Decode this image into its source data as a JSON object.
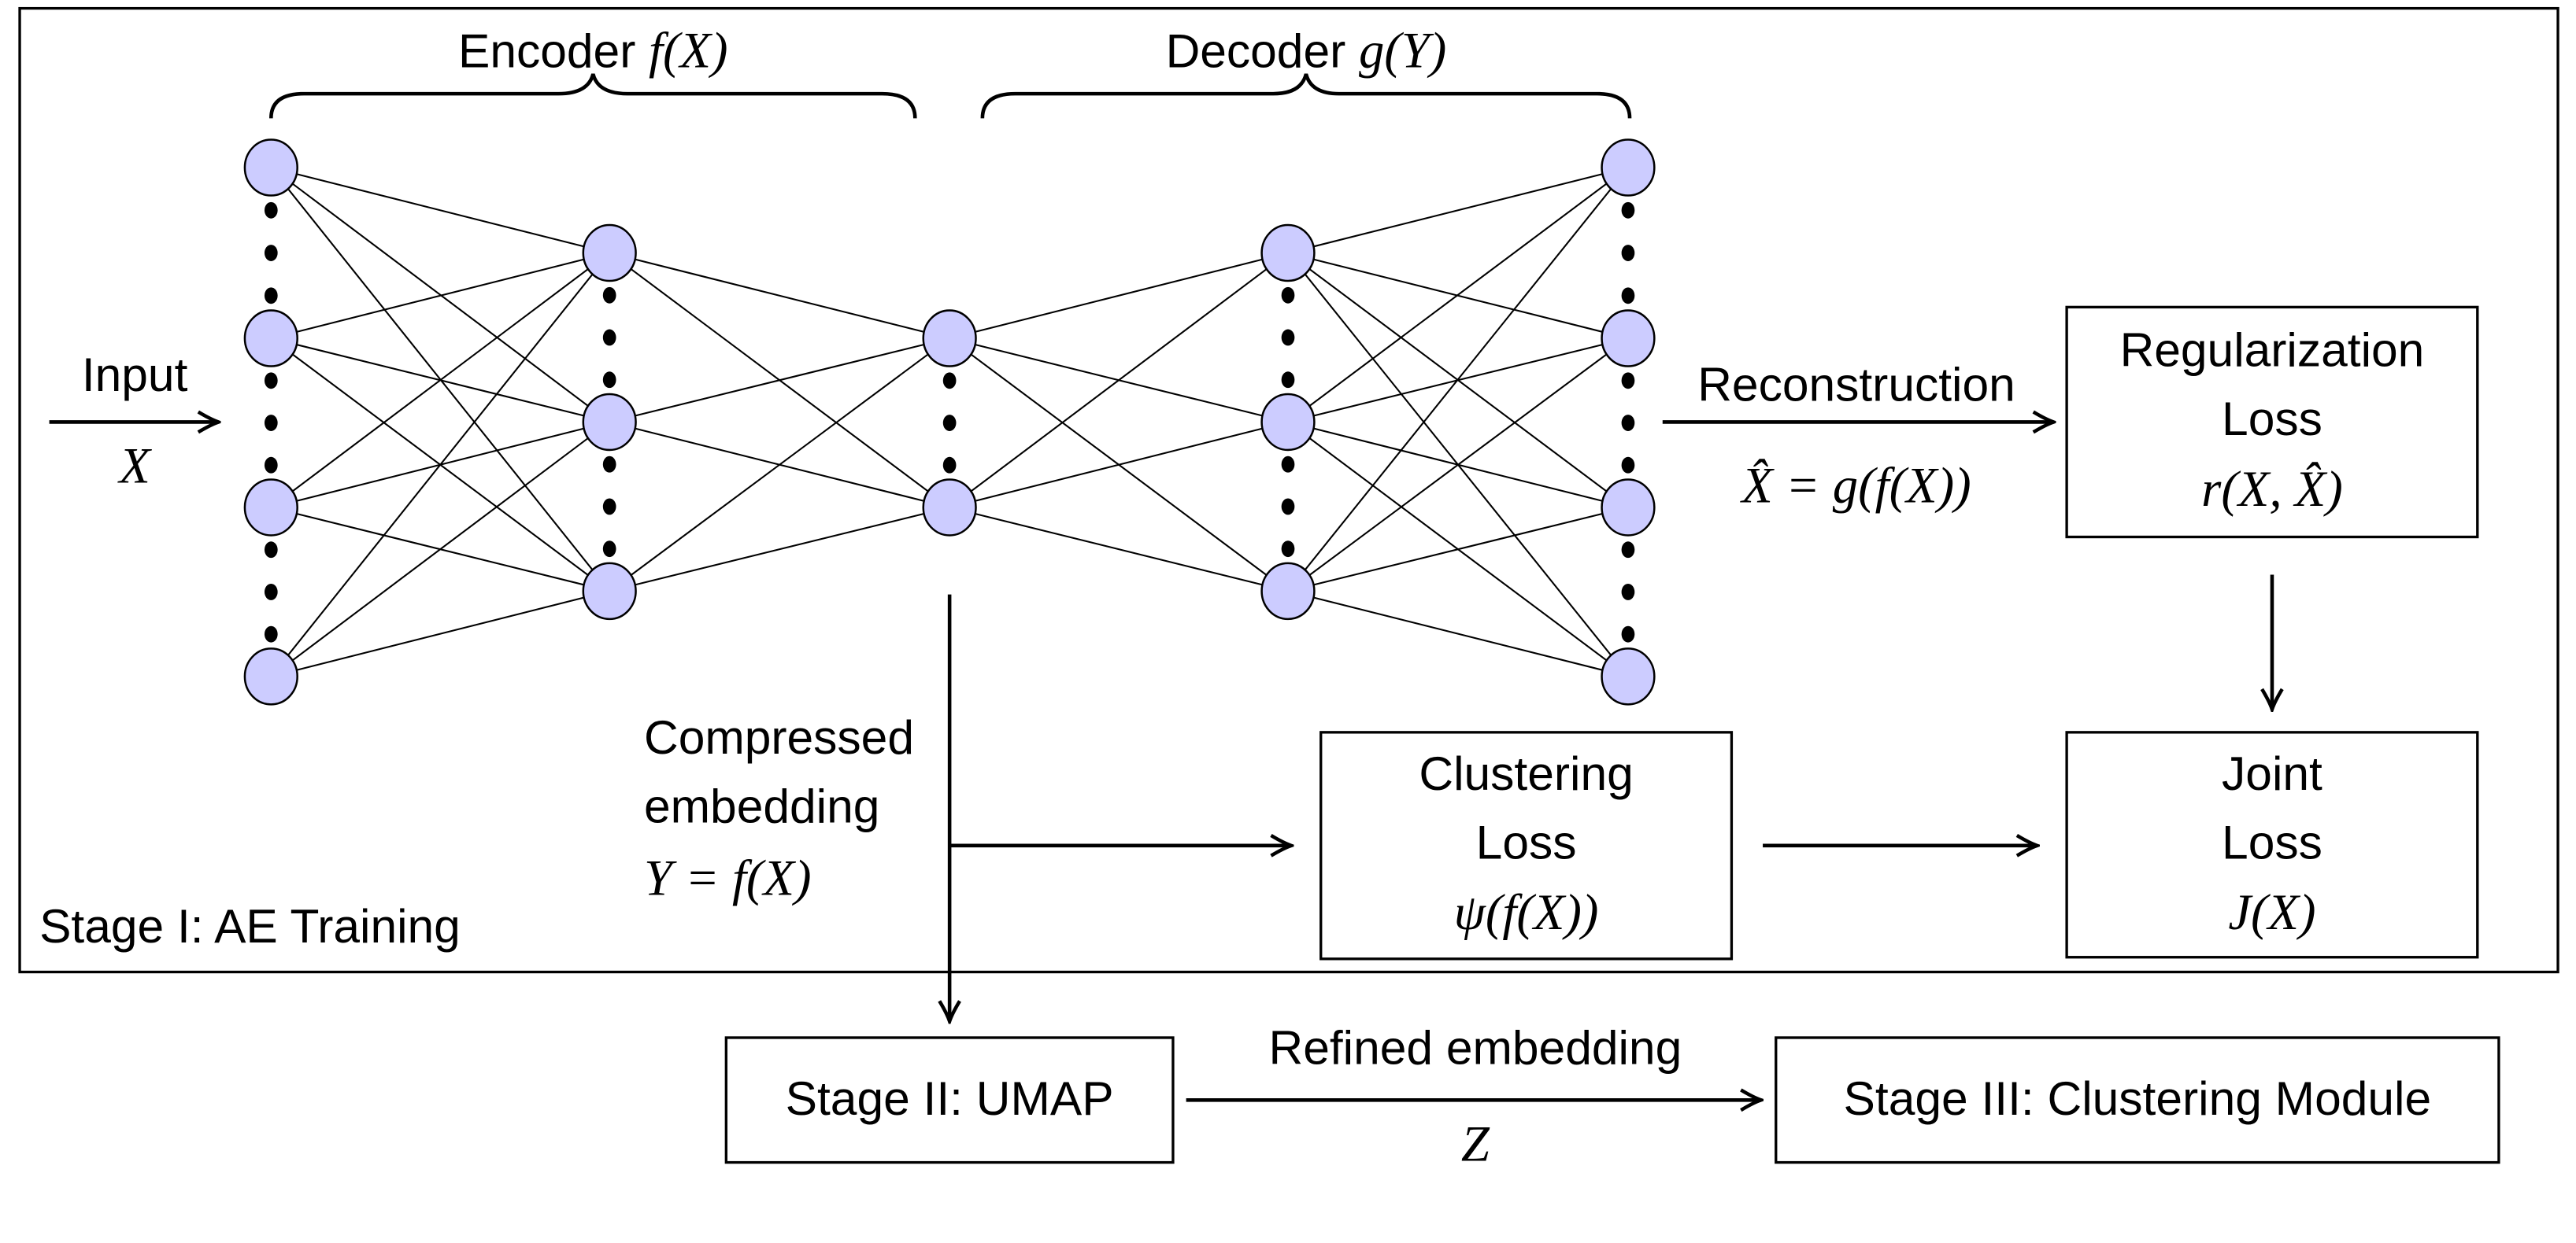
{
  "encoder": {
    "label": "Encoder",
    "math": "f(X)"
  },
  "decoder": {
    "label": "Decoder",
    "math": "g(Y)"
  },
  "input": {
    "label": "Input",
    "math": "X"
  },
  "reconstruction": {
    "label": "Reconstruction",
    "math": "X̂ = g(f(X))"
  },
  "regularization_box": {
    "line1": "Regularization",
    "line2": "Loss",
    "math": "r(X, X̂)"
  },
  "clustering_box": {
    "line1": "Clustering",
    "line2": "Loss",
    "math": "ψ(f(X))"
  },
  "joint_box": {
    "line1": "Joint",
    "line2": "Loss",
    "math": "J(X)"
  },
  "compressed": {
    "line1": "Compressed",
    "line2": "embedding",
    "math": "Y = f(X)"
  },
  "stage1": {
    "label": "Stage I: AE Training"
  },
  "stage2": {
    "label": "Stage II: UMAP"
  },
  "stage3": {
    "label": "Stage III: Clustering Module"
  },
  "refined": {
    "label": "Refined embedding",
    "math": "Z"
  },
  "colors": {
    "node_fill": "#ccccff",
    "stroke": "#000000"
  }
}
